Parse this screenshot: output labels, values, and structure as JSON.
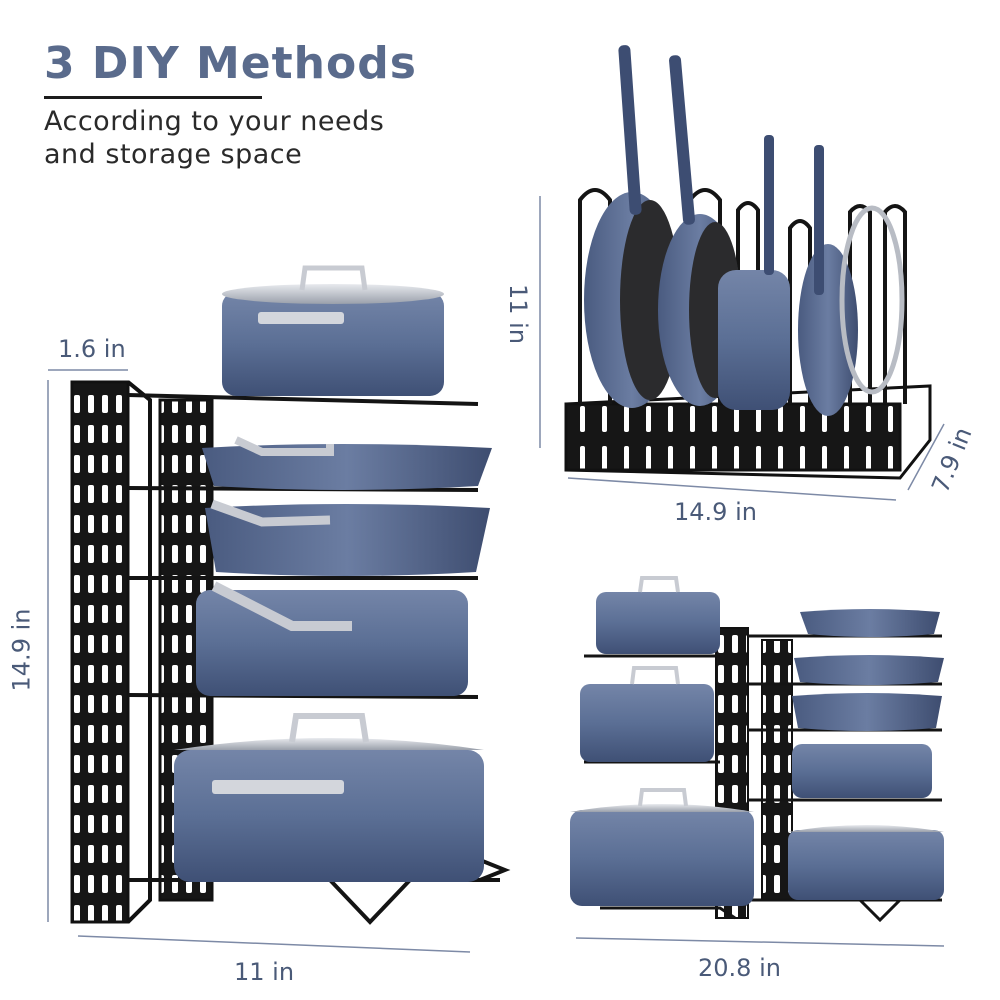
{
  "header": {
    "title": "3 DIY Methods",
    "subtitle_line1": "According to your needs",
    "subtitle_line2": "and storage space"
  },
  "method_vertical": {
    "width_label": "1.6 in",
    "height_label": "14.9 in",
    "depth_label": "11 in"
  },
  "method_horizontal": {
    "height_label": "11 in",
    "length_label": "14.9 in",
    "depth_label": "7.9 in"
  },
  "method_double": {
    "width_label": "20.8 in"
  },
  "colors": {
    "title_blue": "#5a6b8c",
    "pan_blue": "#5b6f95",
    "rack_black": "#141414",
    "dimension_line": "#7d8aa6"
  }
}
